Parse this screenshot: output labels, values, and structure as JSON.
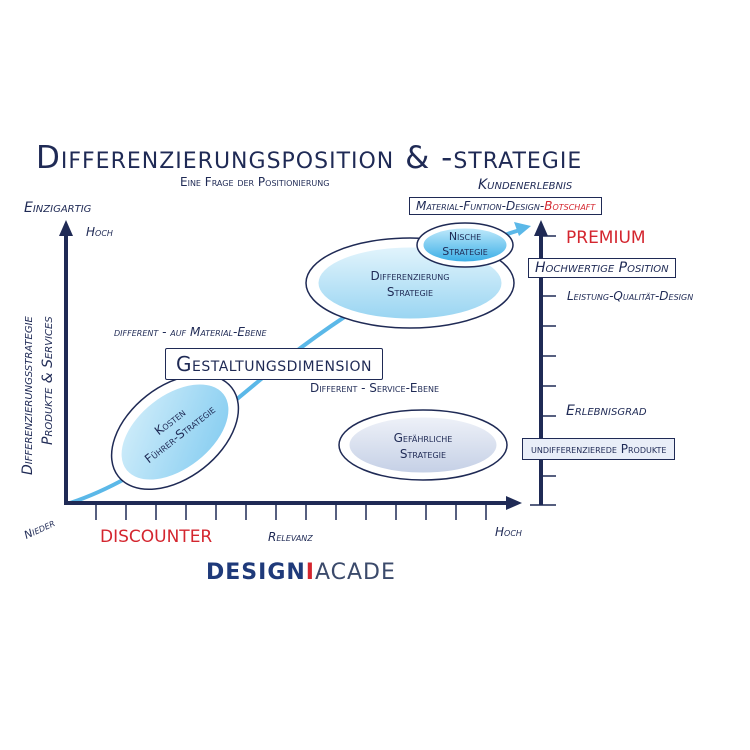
{
  "title": "Differenzierungsposition & -strategie",
  "subtitle": "Eine Frage der Positionierung",
  "y_axis": {
    "top_label": "Einzigartig",
    "high_label": "Hoch",
    "title_line1": "Differenzierungsstrategie",
    "title_line2": "Produkte & Services"
  },
  "x_axis": {
    "low_label": "Nieder",
    "discounter": "DISCOUNTER",
    "relevanz": "Relevanz",
    "high_label": "Hoch"
  },
  "right_axis": {
    "top_label": "Kundenerlebnis",
    "box_prefix": "Material-Funtion-Design-",
    "box_highlight": "Botschaft",
    "premium": "PREMIUM",
    "hochwertige": "Hochwertige Position",
    "leistung": "Leistung-Qualität-Design",
    "erlebnisgrad": "Erlebnisgrad",
    "undiff": "undifferenzierede Produkte"
  },
  "annotations": {
    "material_ebene": "different - auf Material-Ebene",
    "gestaltung": "Gestaltungsdimension",
    "service_ebene": "Different - Service-Ebene"
  },
  "ellipses": {
    "nische": [
      "Nische",
      "Strategie"
    ],
    "differenzierung": [
      "Differenzierung",
      "Strategie"
    ],
    "kosten": [
      "Kosten",
      "Führer-Strategie"
    ],
    "gefaehrlich": [
      "Gefährliche",
      "Strategie"
    ]
  },
  "logo": {
    "design": "DESIGN",
    "sep": "I",
    "acade": "ACADE"
  },
  "colors": {
    "navy": "#1f2a55",
    "red": "#d4262f",
    "arrow_blue": "#5bb8e8",
    "ellipse_fill": "#bfe3f7"
  }
}
